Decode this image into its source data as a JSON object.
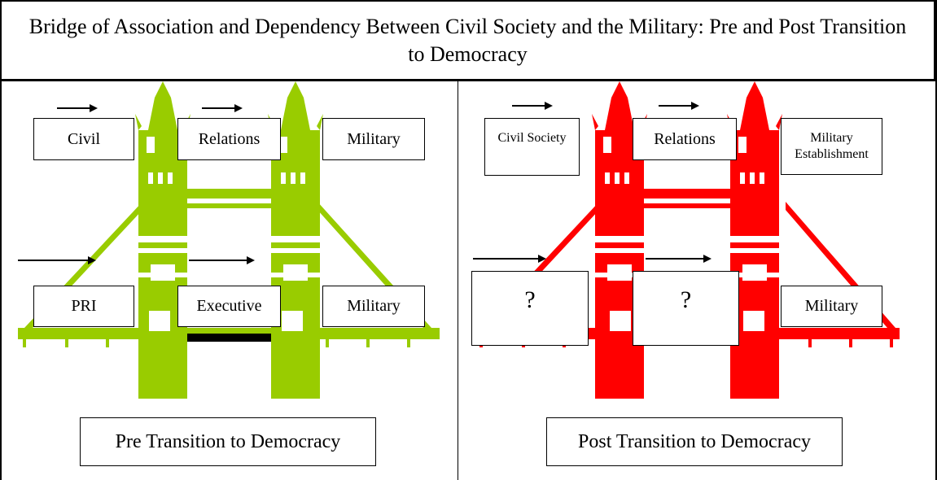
{
  "title": "Bridge of Association and Dependency Between Civil Society and the Military: Pre and Post Transition to Democracy",
  "colors": {
    "pre_bridge": "#99cc00",
    "post_bridge": "#ff0000",
    "road": "#000000"
  },
  "pre": {
    "top_labels": [
      "Civil",
      "Relations",
      "Military"
    ],
    "bottom_labels": [
      "PRI",
      "Executive",
      "Military"
    ],
    "caption": "Pre Transition to Democracy"
  },
  "post": {
    "top_labels": [
      "Civil Society",
      "Relations",
      "Military Establishment"
    ],
    "bottom_labels": [
      "?",
      "?",
      "Military"
    ],
    "caption": "Post Transition to Democracy"
  }
}
